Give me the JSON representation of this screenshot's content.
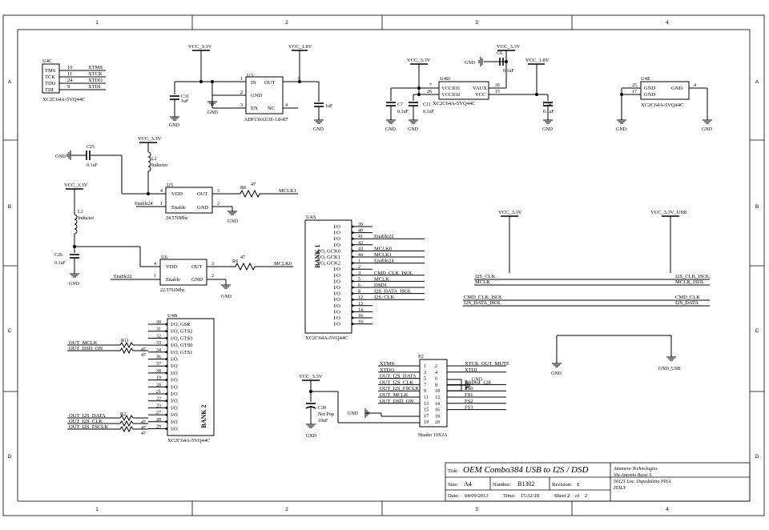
{
  "border": {
    "cols": [
      "1",
      "2",
      "3",
      "4"
    ],
    "rows": [
      "A",
      "B",
      "C",
      "D"
    ]
  },
  "u4c": {
    "ref": "U4C",
    "part": "XC2C64A-5VQ44C",
    "pins": [
      {
        "name": "TMS",
        "num": "10",
        "net": "XTMS"
      },
      {
        "name": "TCK",
        "num": "11",
        "net": "XTCK"
      },
      {
        "name": "TDO",
        "num": "24",
        "net": "XTDO"
      },
      {
        "name": "TDI",
        "num": "9",
        "net": "XTDI"
      }
    ]
  },
  "power_section": {
    "vcc33_a": "VCC_3.3V",
    "vcc18_a": "VCC_1.8V",
    "c31_ref": "C31",
    "c31_val": "1uF",
    "u3_ref": "U3",
    "u3_part": "ADP150AUJZ-1.8-R7",
    "u3_pins": {
      "in": "IN",
      "out": "OUT",
      "gnd": "GND",
      "en": "EN",
      "nc": "NC"
    },
    "u3_pin_nums": {
      "in": "1",
      "out": "5",
      "gnd": "2",
      "en": "3",
      "nc": "4"
    },
    "c_out_val": "1uF",
    "gnd": "GND"
  },
  "u4d": {
    "ref": "U4D",
    "part": "XC2C64A-5VQ44C",
    "vcc33": "VCC_3.3V",
    "vcc18": "VCC_1.8V",
    "pins": {
      "vccio1": "VCCIO1",
      "vccio2": "VCCIO2",
      "vaux": "VAUX",
      "vcc": "VCC"
    },
    "pin_nums": {
      "vccio1": "7",
      "vccio2": "26",
      "vaux": "35",
      "vcc": "15"
    },
    "c7": "C7",
    "c7_val": "0.1uF",
    "c11": "C11",
    "c11_val": "0.1uF",
    "c6": "C6",
    "c6_val": "0.1uF",
    "c24": "C24",
    "c24_val": "0.1uF"
  },
  "u4e": {
    "ref": "U4E",
    "part": "XC2C64A-5VQ44C",
    "pins": [
      {
        "num": "25",
        "name": "GND"
      },
      {
        "num": "17",
        "name": "GND"
      },
      {
        "num": "4",
        "name": "GND"
      }
    ]
  },
  "osc1": {
    "c25": "C25",
    "c25_val": "0.1uF",
    "vcc": "VCC_3.3V",
    "l2": "L2",
    "l2_val": "Inductor",
    "u5": "U5",
    "u5_part": "24.576Mhz",
    "pin_vdd": "VDD",
    "pin_out": "OUT",
    "pin_en": "Enable",
    "pin_gnd": "GND",
    "num_vdd": "4",
    "num_out": "3",
    "num_en": "1",
    "num_gnd": "2",
    "enable_net": "Enable24",
    "r": "R8",
    "r_val": "47",
    "out_net": "MCLK1"
  },
  "osc2": {
    "vcc": "VCC_3.3V",
    "l3": "L3",
    "l3_val": "Inductor",
    "c26": "C26",
    "c26_val": "0.1uF",
    "u6": "U6",
    "u6_part": "22.5792Mhz",
    "pin_vdd": "VDD",
    "pin_out": "OUT",
    "pin_en": "Enable",
    "pin_gnd": "GND",
    "num_vdd": "4",
    "num_out": "3",
    "num_en": "1",
    "num_gnd": "2",
    "enable_net": "Enable22",
    "r": "R9",
    "r_val": "47",
    "out_net": "MCLK0"
  },
  "u4a": {
    "ref": "U4A",
    "part": "XC2C64A-5VQ44C",
    "bank": "BANK 1",
    "pins": [
      {
        "num": "39",
        "name": "I/O",
        "net": ""
      },
      {
        "num": "40",
        "name": "I/O",
        "net": ""
      },
      {
        "num": "41",
        "name": "I/O",
        "net": "Enable22"
      },
      {
        "num": "42",
        "name": "I/O",
        "net": ""
      },
      {
        "num": "43",
        "name": "I/O, GCK0",
        "net": "MCLK0"
      },
      {
        "num": "44",
        "name": "I/O, GCK1",
        "net": "MCLK1"
      },
      {
        "num": "1",
        "name": "I/O, GCK2",
        "net": "Enable24"
      },
      {
        "num": "2",
        "name": "I/O",
        "net": ""
      },
      {
        "num": "3",
        "name": "I/O",
        "net": "CMD_CLK_ISOL"
      },
      {
        "num": "5",
        "name": "I/O",
        "net": "MCLK"
      },
      {
        "num": "6",
        "name": "I/O",
        "net": "DSD1"
      },
      {
        "num": "8",
        "name": "I/O",
        "net": "I2S_DATA_ISOL"
      },
      {
        "num": "12",
        "name": "I/O",
        "net": "I2S_CLK"
      },
      {
        "num": "13",
        "name": "I/O",
        "net": ""
      },
      {
        "num": "14",
        "name": "I/O",
        "net": ""
      },
      {
        "num": "16",
        "name": "I/O",
        "net": ""
      },
      {
        "num": "18",
        "name": "I/O",
        "net": ""
      }
    ]
  },
  "isolator": {
    "vcc_a": "VCC_3.3V",
    "vcc_b": "VCC_3.3V_USB",
    "nets_left": [
      "I2S_CLK",
      "MCLK",
      "CMD_CLK_ISOL",
      "I2S_DATA_ISOL"
    ],
    "nets_right": [
      "I2S_CLK_ISOL",
      "MCLK_ISOL",
      "CMD_CLK",
      "I2S_DATA"
    ],
    "gnd_a": "GND",
    "gnd_b": "GND_USB"
  },
  "u4b": {
    "ref": "U4B",
    "part": "XC2C64A-5VQ44C",
    "bank": "BANK 2",
    "pins": [
      {
        "num": "30",
        "name": "I/O, GSR"
      },
      {
        "num": "31",
        "name": "I/O, GTS2"
      },
      {
        "num": "32",
        "name": "I/O, GTS3"
      },
      {
        "num": "33",
        "name": "I/O, GTS0"
      },
      {
        "num": "34",
        "name": "I/O, GTS1"
      },
      {
        "num": "36",
        "name": "I/O"
      },
      {
        "num": "37",
        "name": "I/O"
      },
      {
        "num": "38",
        "name": "I/O"
      },
      {
        "num": "19",
        "name": "I/O"
      },
      {
        "num": "20",
        "name": "I/O"
      },
      {
        "num": "21",
        "name": "I/O"
      },
      {
        "num": "22",
        "name": "I/O"
      },
      {
        "num": "23",
        "name": "I/O"
      },
      {
        "num": "27",
        "name": "I/O"
      },
      {
        "num": "28",
        "name": "I/O"
      },
      {
        "num": "29",
        "name": "I/O"
      }
    ],
    "r11": "R11",
    "r2": "R2",
    "r_val": "47",
    "nets_top": [
      "OUT_MCLK",
      "OUT_DSD_ON"
    ],
    "nets_bot": [
      "OUT_I2S_DATA",
      "OUT_I2S_CLK",
      "OUT_I2S_FSCLK"
    ]
  },
  "header": {
    "ref": "P2",
    "part": "Header 10X2A",
    "vcc": "VCC_3.3V",
    "c30": "C30",
    "c30_a": "Not Pop",
    "c30_b": "10uF",
    "left_nets": [
      "XTMS",
      "XTDO",
      "OUT_I2S_DATA",
      "OUT_I2S_CLK",
      "OUT_I2S_FSCLK",
      "OUT_MCLK",
      "OUT_DSD_ON",
      "",
      "",
      " "
    ],
    "left_nums": [
      "1",
      "3",
      "5",
      "7",
      "9",
      "11",
      "13",
      "15",
      "17",
      "19"
    ],
    "right_nums": [
      "2",
      "4",
      "6",
      "8",
      "10",
      "12",
      "14",
      "16",
      "18",
      "20"
    ],
    "right_nets": [
      "XTCK_OUT_MUTE",
      "XTDI",
      "GND",
      "DSD64_128",
      "FS0",
      "FS1",
      "FS2",
      "FS3",
      "",
      ""
    ]
  },
  "title_block": {
    "title_label": "Title",
    "title": "OEM Combo384 USB to I2S / DSD",
    "size_label": "Size:",
    "size": "A4",
    "number_label": "Number:",
    "number": "B1302",
    "rev_label": "Revision:",
    "revision": "E",
    "date_label": "Date:",
    "date": "04/09/2013",
    "time_label": "Time:",
    "time": "15:32:18",
    "sheet_label": "Sheet",
    "sheet": "2",
    "of_label": "of",
    "of": "2",
    "company": [
      "Amanero Technologies",
      "Via Antonio Bassi 5",
      "56121 Loc. Ospedaletto PISA",
      "ITALY"
    ]
  }
}
